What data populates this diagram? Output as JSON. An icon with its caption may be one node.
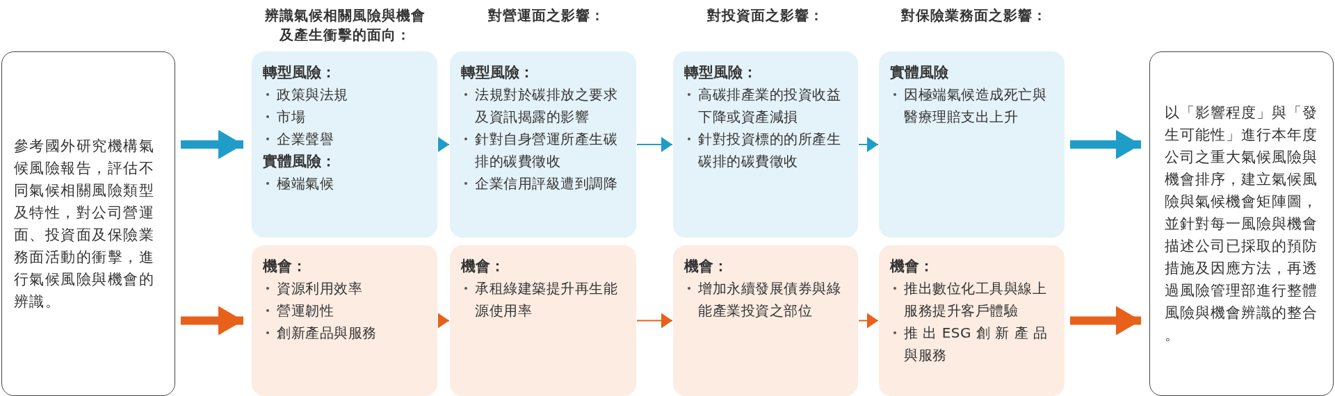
{
  "diagram": {
    "nodes": [
      {
        "text": [
          "參考國外研究機構氣候風險報告，評估不同氣候相關風險類型及特性，對公司營運面、投資面及保險業務面活動的衝擊，進行氣候風險與機會的辨識。"
        ]
      },
      {
        "text": [
          "轉型風險：",
          "政策與法規",
          "市場",
          "企業聲譽",
          "實體風險：",
          "極端氣候"
        ]
      },
      {
        "text": [
          "轉型風險：",
          "法規對於碳排放之要求及資訊揭露的影響",
          "針對自身營運所產生碳排的碳費徵收",
          "企業信用評級遭到調降"
        ]
      },
      {
        "text": [
          "轉型風險：",
          "高碳排產業的投資收益下降或資產減損",
          "針對投資標的的所產生碳排的碳費徵收"
        ]
      },
      {
        "text": [
          "實體風險",
          "因極端氣候造成死亡與醫療理賠支出上升"
        ]
      },
      {
        "text": [
          "機會：",
          "資源利用效率",
          "營運韌性",
          "創新產品與服務"
        ]
      },
      {
        "text": [
          "機會：",
          "承租綠建築提升再生能源使用率"
        ]
      },
      {
        "text": [
          "機會：",
          "增加永續發展債券與綠能產業投資之部位"
        ]
      },
      {
        "text": [
          "機會：",
          "推出數位化工具與線上服務提升客戶體驗",
          "推 出 ESG 創 新 產 品與服務"
        ]
      },
      {
        "text": [
          "以「影響程度」與「發生可能性」進行本年度公司之重大氣候風險與機會排序，建立氣候風險與氣候機會矩陣圖，並針對每一風險與機會描述公司已採取的預防措施及因應方法，再透過風險管理部進行整體風險與機會辨識的整合。"
        ]
      }
    ],
    "edges": [
      {
        "from": 0,
        "to": 1,
        "arrow": "to",
        "style": "thick",
        "color": "#1f9dc8"
      },
      {
        "from": 1,
        "to": 2,
        "arrow": "to",
        "color": "#1f9dc8"
      },
      {
        "from": 2,
        "to": 3,
        "arrow": "to",
        "color": "#1f9dc8"
      },
      {
        "from": 3,
        "to": 4,
        "arrow": "to",
        "color": "#1f9dc8"
      },
      {
        "from": 4,
        "to": 9,
        "arrow": "to",
        "style": "thick",
        "color": "#1f9dc8"
      },
      {
        "from": 0,
        "to": 5,
        "arrow": "to",
        "style": "thick",
        "color": "#e8611a"
      },
      {
        "from": 5,
        "to": 6,
        "arrow": "to",
        "color": "#e8611a"
      },
      {
        "from": 6,
        "to": 7,
        "arrow": "to",
        "color": "#e8611a"
      },
      {
        "from": 7,
        "to": 8,
        "arrow": "to",
        "color": "#e8611a"
      },
      {
        "from": 8,
        "to": 9,
        "arrow": "to",
        "style": "thick",
        "color": "#e8611a"
      }
    ],
    "labels": [
      "辨識氣候相關風險與機會及產生衝擊的面向：",
      "對營運面之影響：",
      "對投資面之影響：",
      "對保險業務面之影響："
    ]
  }
}
